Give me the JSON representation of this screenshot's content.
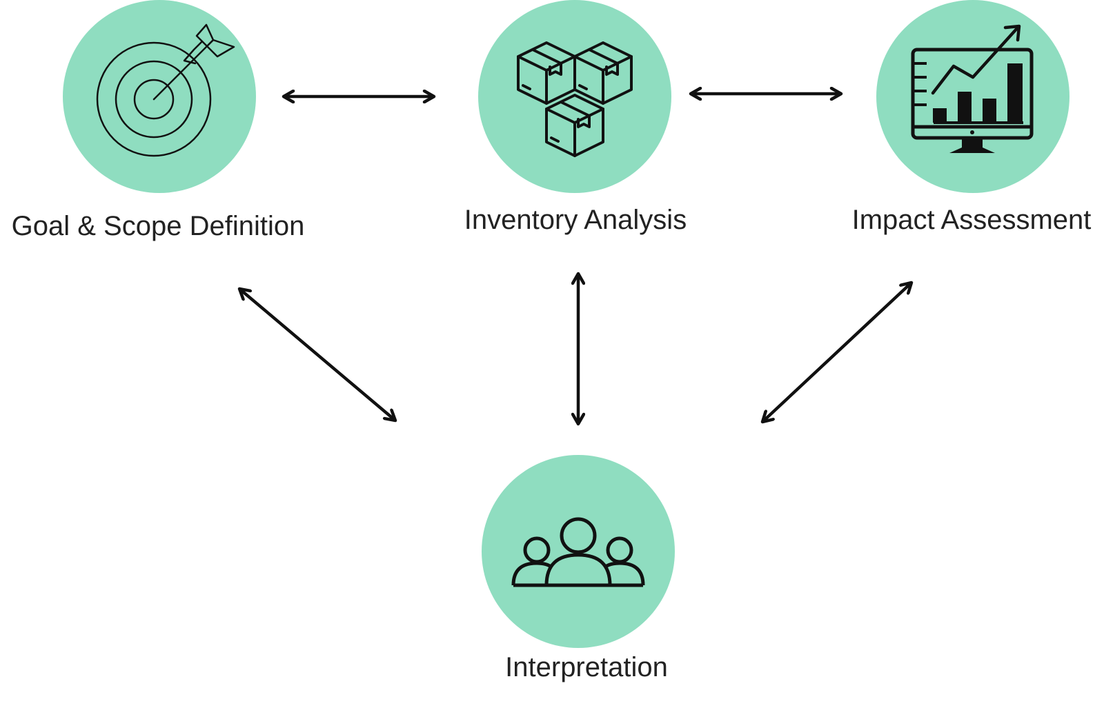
{
  "colors": {
    "node_fill": "#8fddc0",
    "line": "#111111",
    "text": "#222222"
  },
  "nodes": [
    {
      "id": "goal",
      "label": "Goal & Scope Definition",
      "icon": "target-arrow-icon"
    },
    {
      "id": "inventory",
      "label": "Inventory Analysis",
      "icon": "boxes-icon"
    },
    {
      "id": "impact",
      "label": "Impact Assessment",
      "icon": "chart-monitor-icon"
    },
    {
      "id": "interp",
      "label": "Interpretation",
      "icon": "people-group-icon"
    }
  ],
  "edges": [
    {
      "from": "goal",
      "to": "inventory",
      "direction": "both"
    },
    {
      "from": "inventory",
      "to": "impact",
      "direction": "both"
    },
    {
      "from": "goal",
      "to": "interp",
      "direction": "both"
    },
    {
      "from": "inventory",
      "to": "interp",
      "direction": "both"
    },
    {
      "from": "impact",
      "to": "interp",
      "direction": "both"
    }
  ]
}
